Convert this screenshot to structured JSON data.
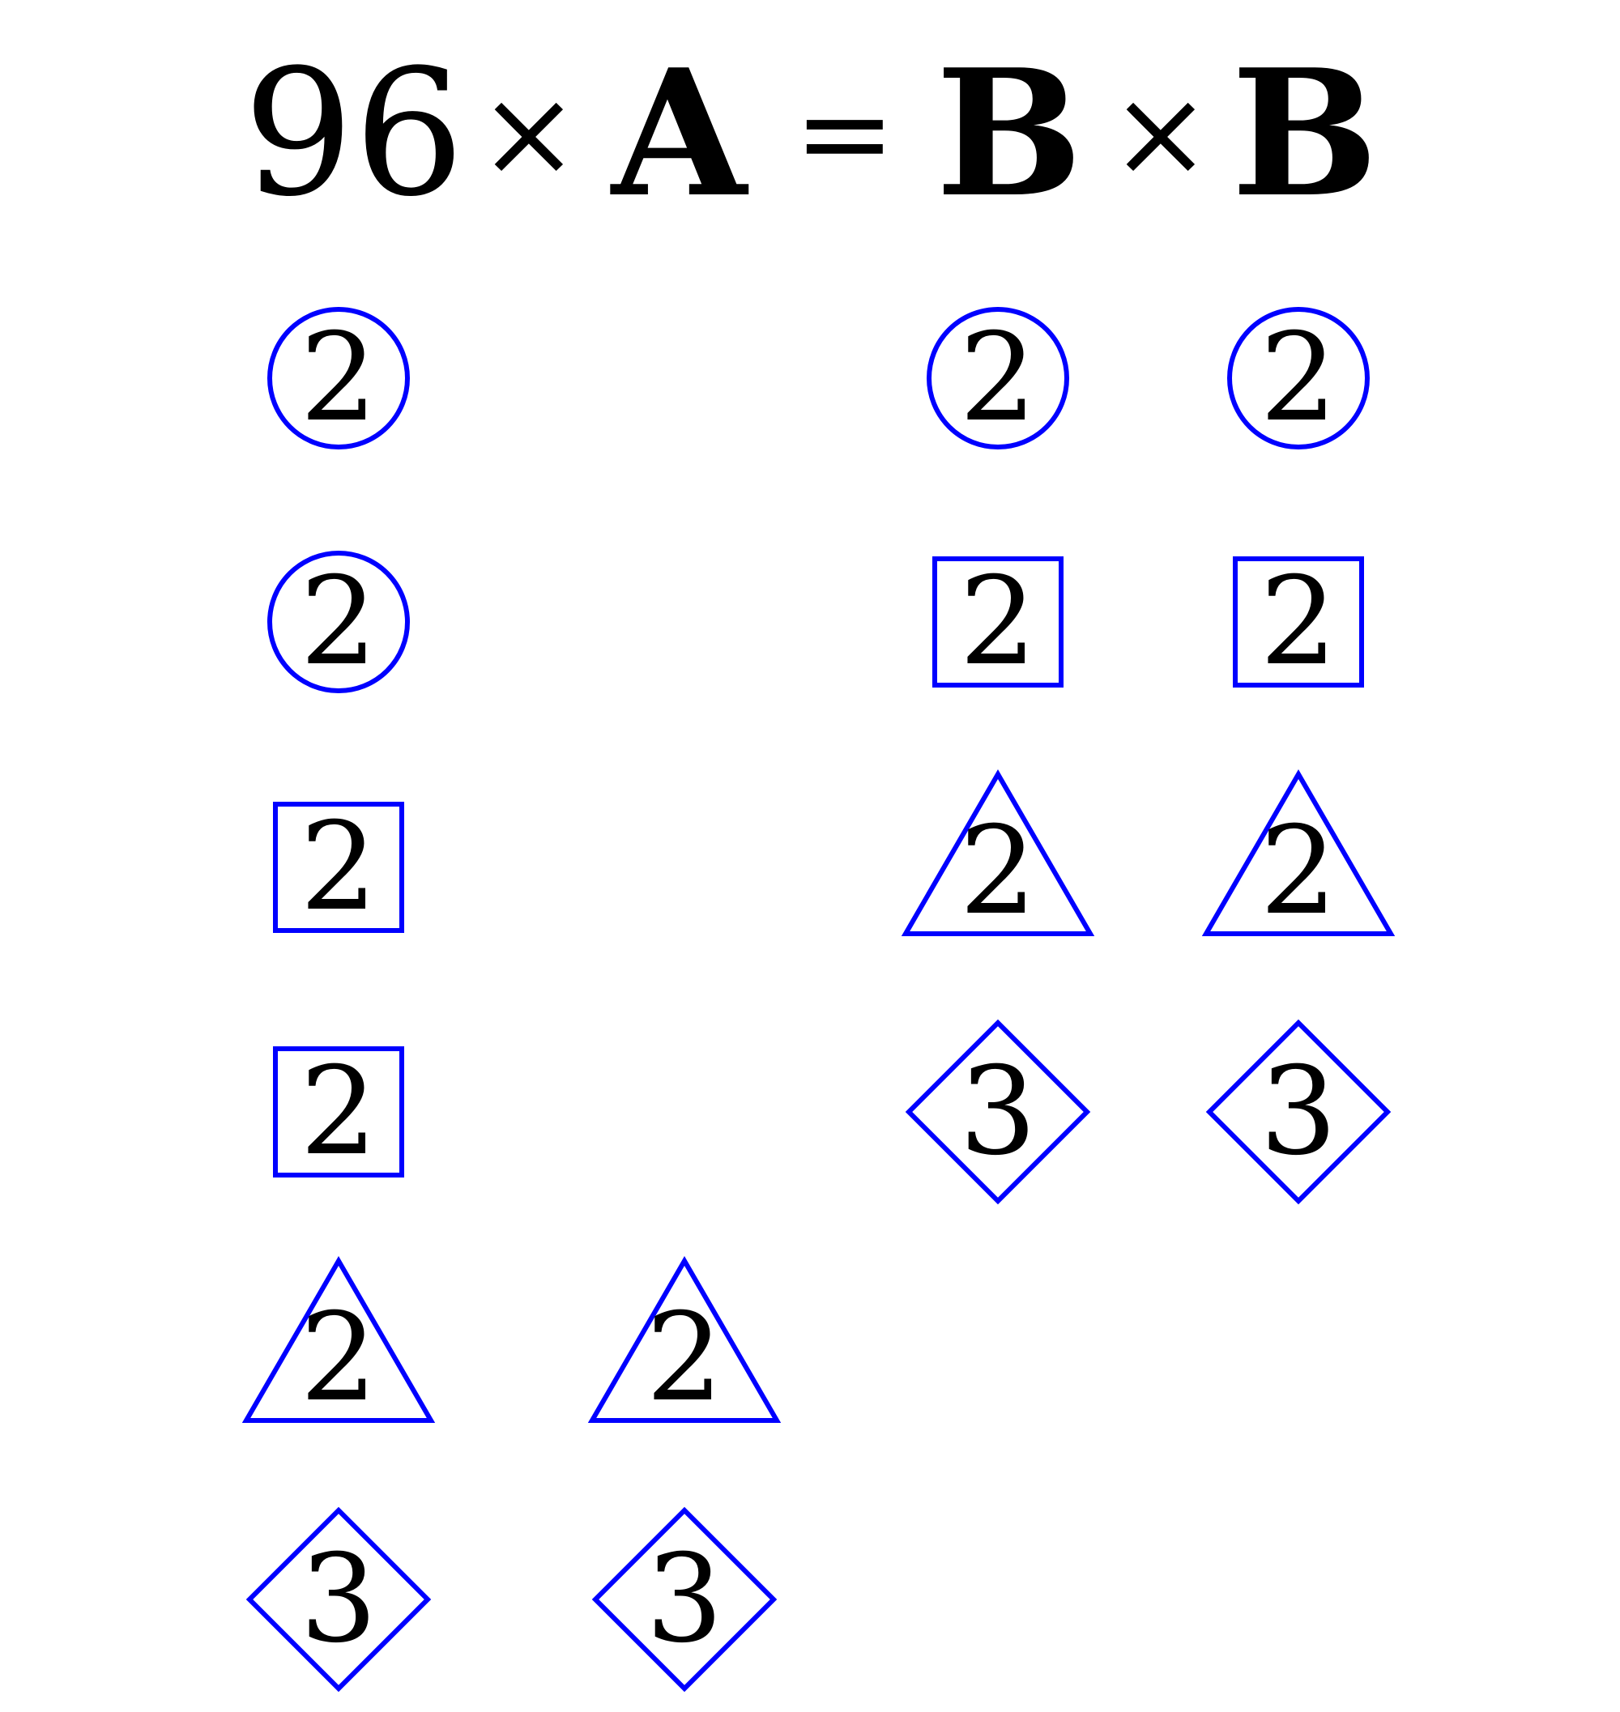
{
  "equation": {
    "number": "96",
    "times_1": "×",
    "variable_a": "A",
    "equals": "=",
    "variable_b_1": "B",
    "times_2": "×",
    "variable_b_2": "B"
  },
  "shape_color": "#0000ff",
  "columns": {
    "number_96": [
      {
        "shape": "circle",
        "value": "2"
      },
      {
        "shape": "circle",
        "value": "2"
      },
      {
        "shape": "square",
        "value": "2"
      },
      {
        "shape": "square",
        "value": "2"
      },
      {
        "shape": "triangle",
        "value": "2"
      },
      {
        "shape": "diamond",
        "value": "3"
      }
    ],
    "variable_a": [
      {
        "shape": "triangle",
        "value": "2"
      },
      {
        "shape": "diamond",
        "value": "3"
      }
    ],
    "variable_b_1": [
      {
        "shape": "circle",
        "value": "2"
      },
      {
        "shape": "square",
        "value": "2"
      },
      {
        "shape": "triangle",
        "value": "2"
      },
      {
        "shape": "diamond",
        "value": "3"
      }
    ],
    "variable_b_2": [
      {
        "shape": "circle",
        "value": "2"
      },
      {
        "shape": "square",
        "value": "2"
      },
      {
        "shape": "triangle",
        "value": "2"
      },
      {
        "shape": "diamond",
        "value": "3"
      }
    ]
  }
}
